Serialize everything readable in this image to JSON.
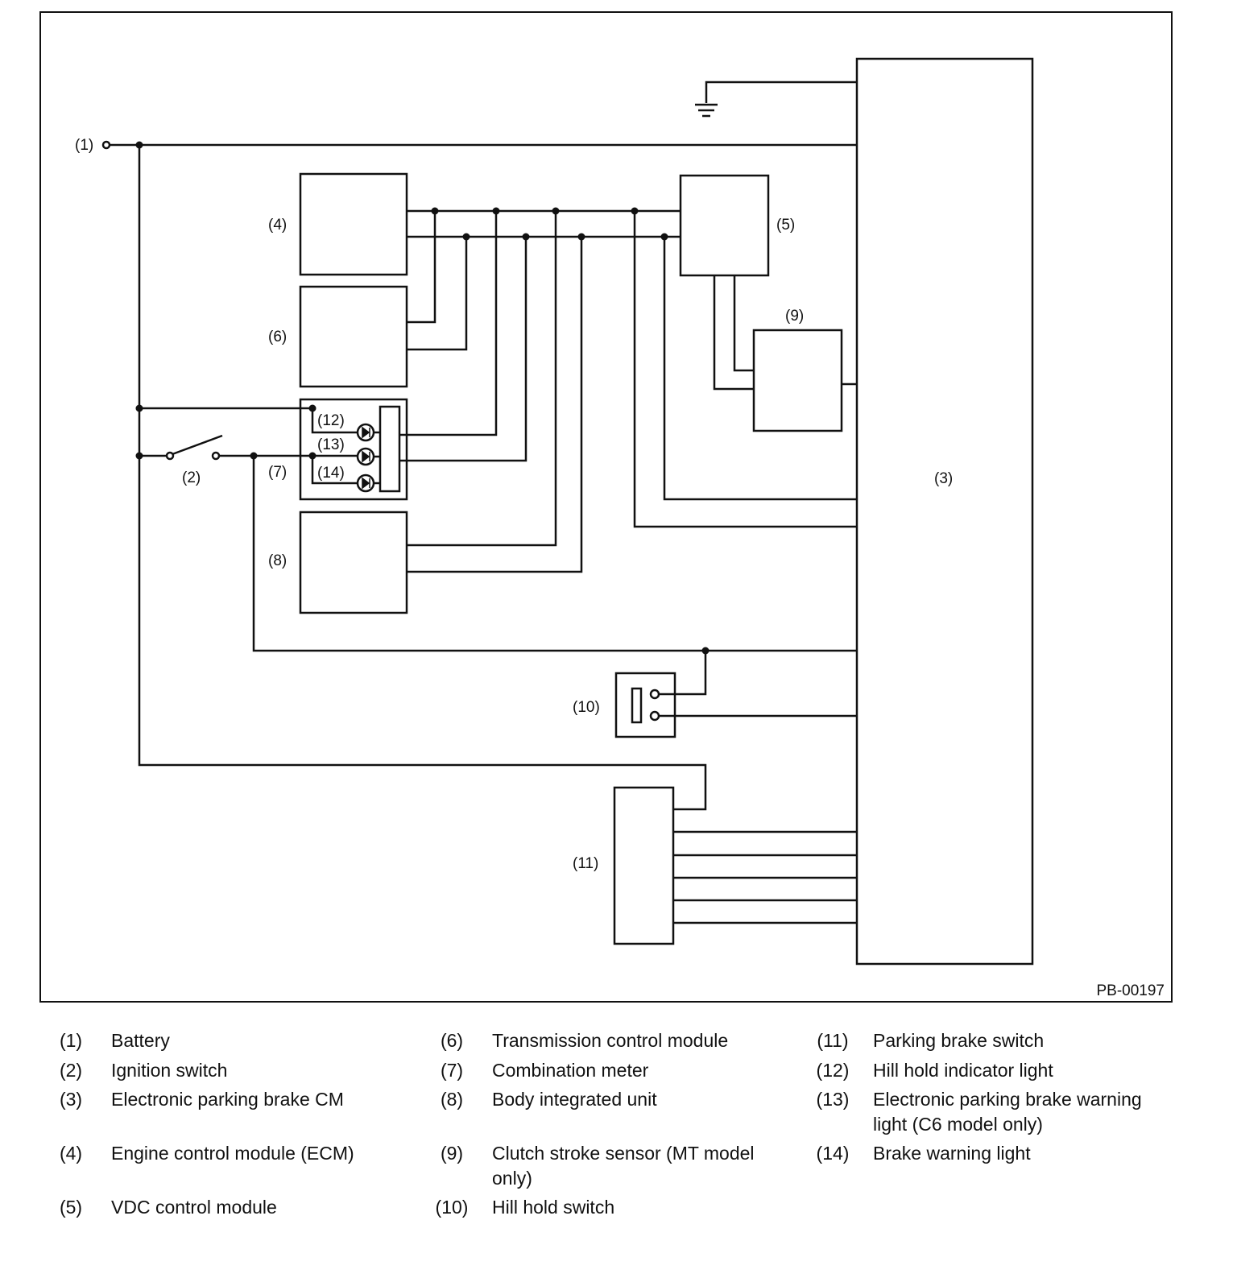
{
  "diagram": {
    "code": "PB-00197",
    "labels": {
      "n1": "(1)",
      "n2": "(2)",
      "n3": "(3)",
      "n4": "(4)",
      "n5": "(5)",
      "n6": "(6)",
      "n7": "(7)",
      "n8": "(8)",
      "n9": "(9)",
      "n10": "(10)",
      "n11": "(11)",
      "n12": "(12)",
      "n13": "(13)",
      "n14": "(14)"
    }
  },
  "legend": [
    {
      "num": "(1)",
      "text": "Battery"
    },
    {
      "num": "(2)",
      "text": "Ignition switch"
    },
    {
      "num": "(3)",
      "text": "Electronic parking brake CM"
    },
    {
      "num": "(4)",
      "text": "Engine control module (ECM)"
    },
    {
      "num": "(5)",
      "text": "VDC control module"
    },
    {
      "num": "(6)",
      "text": "Transmission control module"
    },
    {
      "num": "(7)",
      "text": "Combination meter"
    },
    {
      "num": "(8)",
      "text": "Body integrated unit"
    },
    {
      "num": "(9)",
      "text": "Clutch stroke sensor (MT model only)"
    },
    {
      "num": "(10)",
      "text": "Hill hold switch"
    },
    {
      "num": "(11)",
      "text": "Parking brake switch"
    },
    {
      "num": "(12)",
      "text": "Hill hold indicator light"
    },
    {
      "num": "(13)",
      "text": "Electronic parking brake warning light (C6 model only)"
    },
    {
      "num": "(14)",
      "text": "Brake warning light"
    }
  ]
}
